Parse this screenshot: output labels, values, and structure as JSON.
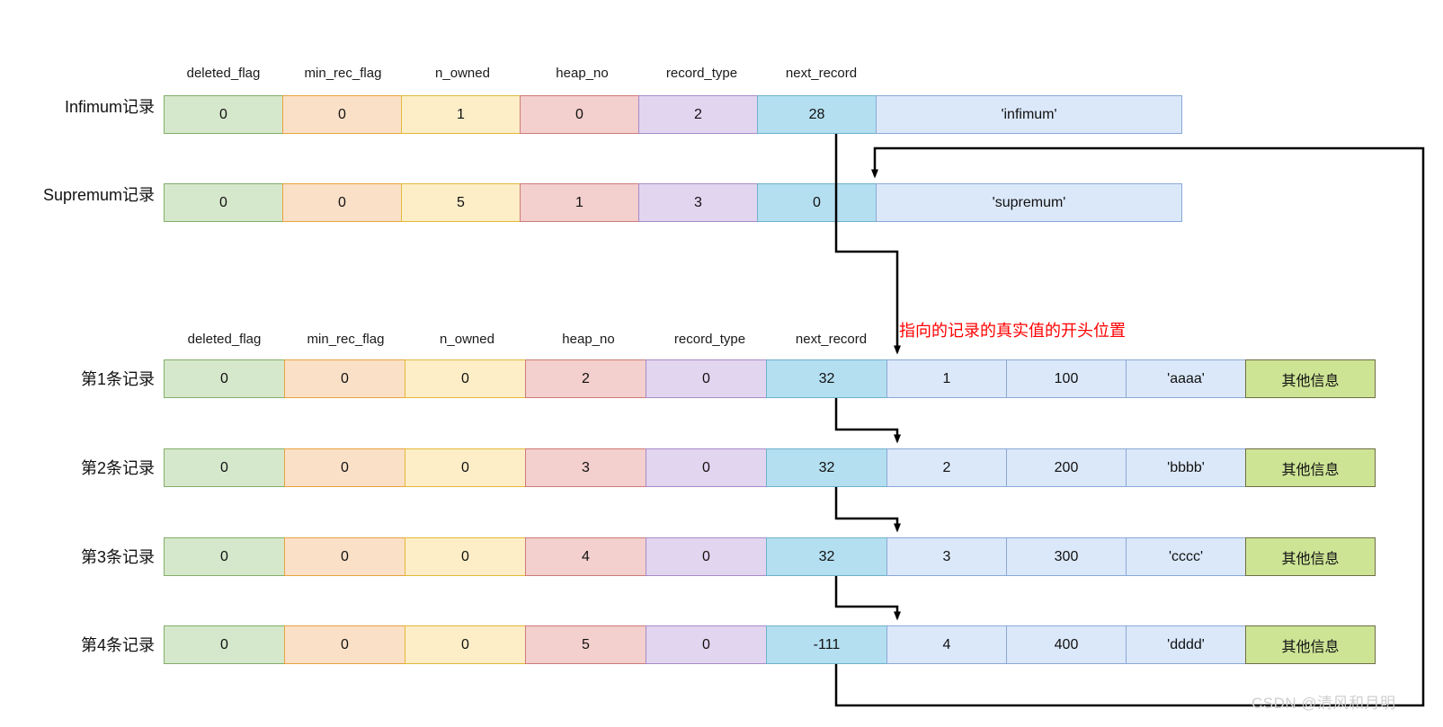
{
  "diagram": {
    "title": "InnoDB Compact row format record linkage diagram",
    "columns": [
      "deleted_flag",
      "min_rec_flag",
      "n_owned",
      "heap_no",
      "record_type",
      "next_record"
    ],
    "annotation": "指向的记录的真实值的开头位置",
    "watermark": "CSDN @清风和月明",
    "colors": {
      "deleted_flag": "#d6e8cc",
      "min_rec_flag": "#fbe0c8",
      "n_owned": "#fdeec8",
      "heap_no": "#f3cfcd",
      "record_type": "#e2d5ef",
      "next_record": "#b4dff0",
      "data": "#dbe8fa",
      "other_info": "#cde495",
      "annotation_text": "#ff0000",
      "arrow": "#000000"
    },
    "system_rows": [
      {
        "label": "Infimum记录",
        "header": [
          "deleted_flag",
          "min_rec_flag",
          "n_owned",
          "heap_no",
          "record_type",
          "next_record"
        ],
        "values": [
          "0",
          "0",
          "1",
          "0",
          "2",
          "28"
        ],
        "payload": "'infimum'"
      },
      {
        "label": "Supremum记录",
        "values": [
          "0",
          "0",
          "5",
          "1",
          "3",
          "0"
        ],
        "payload": "'supremum'"
      }
    ],
    "data_rows": [
      {
        "label": "第1条记录",
        "values": [
          "0",
          "0",
          "0",
          "2",
          "0",
          "32"
        ],
        "data": [
          "1",
          "100",
          "'aaaa'"
        ],
        "other": "其他信息"
      },
      {
        "label": "第2条记录",
        "values": [
          "0",
          "0",
          "0",
          "3",
          "0",
          "32"
        ],
        "data": [
          "2",
          "200",
          "'bbbb'"
        ],
        "other": "其他信息"
      },
      {
        "label": "第3条记录",
        "values": [
          "0",
          "0",
          "0",
          "4",
          "0",
          "32"
        ],
        "data": [
          "3",
          "300",
          "'cccc'"
        ],
        "other": "其他信息"
      },
      {
        "label": "第4条记录",
        "values": [
          "0",
          "0",
          "0",
          "5",
          "0",
          "-111"
        ],
        "data": [
          "4",
          "400",
          "'dddd'"
        ],
        "other": "其他信息"
      }
    ]
  }
}
